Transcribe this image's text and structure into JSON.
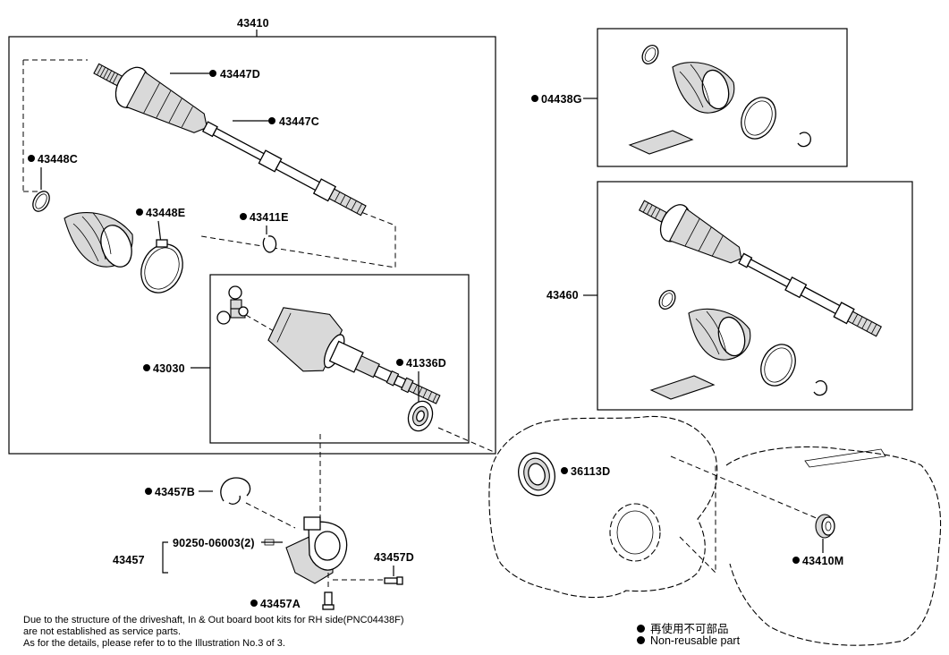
{
  "labels": {
    "assy_main": "43410",
    "boot_outer_clamp_large": "43447D",
    "boot_outer_clamp_small": "43447C",
    "boot_inner_clamp_small": "43448C",
    "boot_inner_clamp_large": "43448E",
    "snap_ring": "43411E",
    "inboard_joint": "43030",
    "dust_seal": "41336D",
    "boot_kit": "04438G",
    "assy_rh": "43460",
    "oil_seal_1": "36113D",
    "oil_seal_2": "43410M",
    "bearing_ring": "43457B",
    "bracket": "43457",
    "bolt_part": "90250-06003(2)",
    "bracket_bolt_d": "43457D",
    "bracket_bolt_a": "43457A"
  },
  "notes": {
    "line1": "Due to the structure of the driveshaft, In & Out board  boot kits for RH side(PNC04438F)",
    "line2": "are not established as service parts.",
    "line3": "As for the details, please refer to to the Illustration No.3 of 3."
  },
  "legend": {
    "jp": "再使用不可部品",
    "en": "Non-reusable part"
  }
}
